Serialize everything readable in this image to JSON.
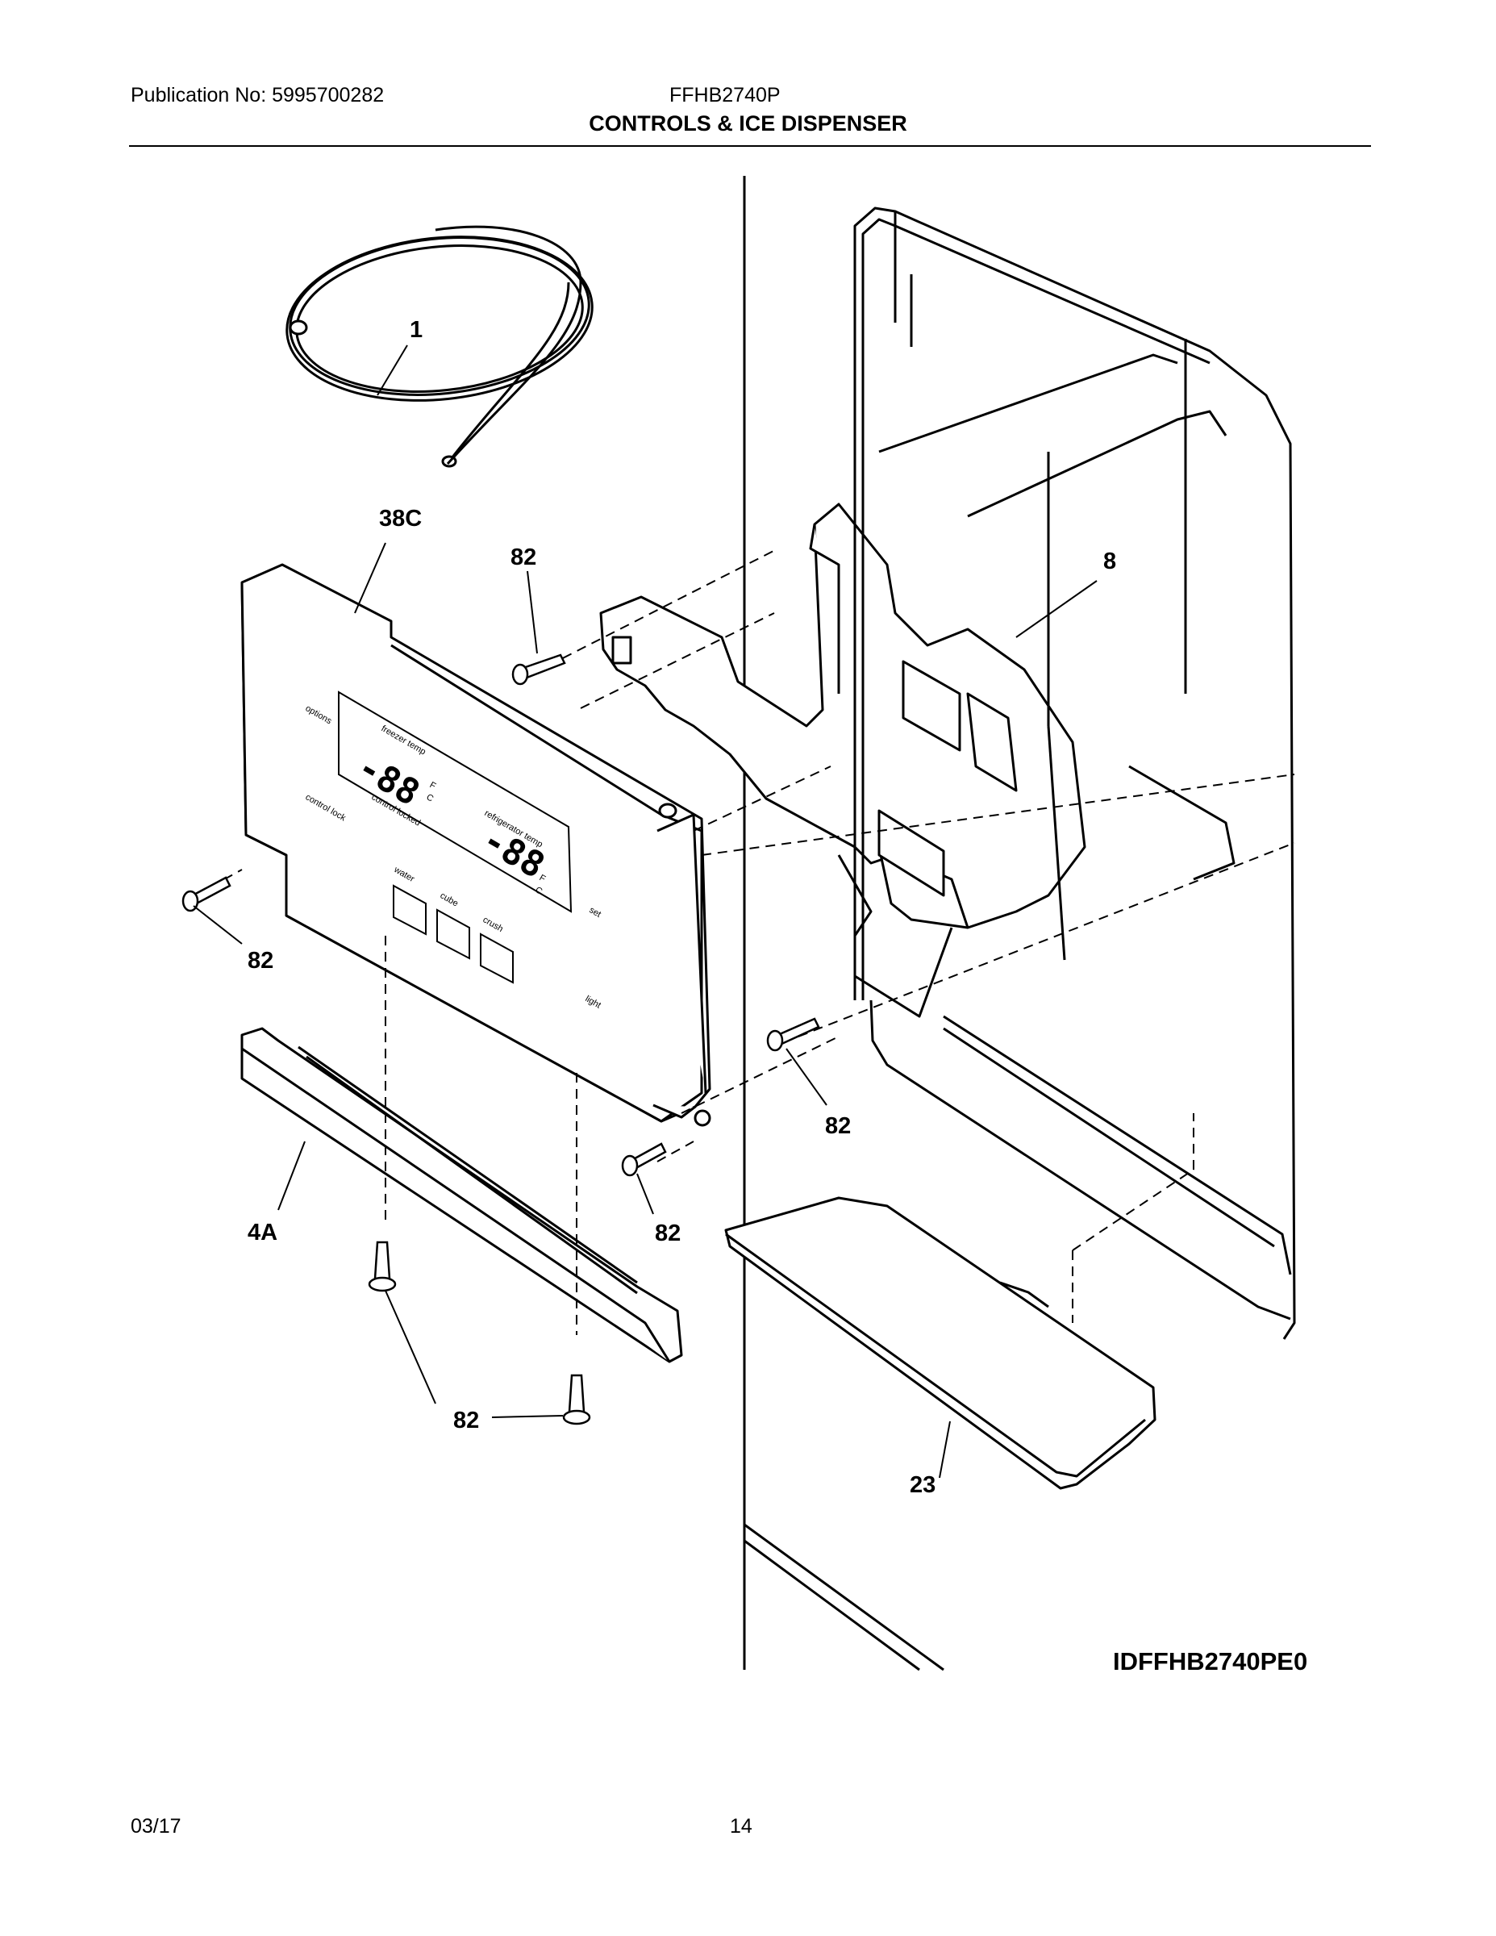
{
  "header": {
    "publication": "Publication No: 5995700282",
    "model": "FFHB2740P",
    "title": "CONTROLS & ICE DISPENSER"
  },
  "callouts": {
    "tubing": "1",
    "control_panel": "38C",
    "screw_upper": "82",
    "dispenser_housing": "8",
    "screw_left": "82",
    "screw_center_right": "82",
    "screw_lower_mid": "82",
    "trim": "4A",
    "screw_bottom": "82",
    "drip_tray": "23"
  },
  "panel_text": {
    "options": "options",
    "control_lock": "control lock",
    "freezer_temp": "freezer temp",
    "refrigerator_temp": "refrigerator temp",
    "freezer_display": "-88",
    "refrigerator_display": "-88",
    "unit_f": "F",
    "unit_c": "C",
    "control_locked": "control locked",
    "water": "water",
    "cube": "cube",
    "crush": "crush",
    "set": "set",
    "light": "light"
  },
  "drawing_id": "IDFFHB2740PE0",
  "footer": {
    "date": "03/17",
    "page": "14"
  }
}
